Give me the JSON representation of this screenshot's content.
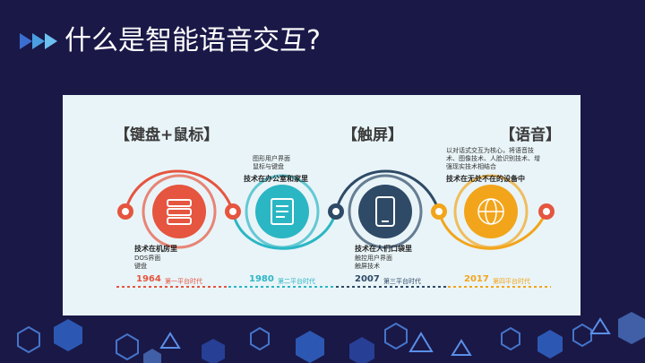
{
  "slide": {
    "title": "什么是智能语音交互?"
  },
  "headers": {
    "keyboard_mouse": "【键盘+鼠标】",
    "touch": "【触屏】",
    "voice": "【语音】"
  },
  "eras": [
    {
      "year": "1964",
      "label": "第一平台时代",
      "color": "#e5553f"
    },
    {
      "year": "1980",
      "label": "第二平台时代",
      "color": "#2bb6c4"
    },
    {
      "year": "2007",
      "label": "第三平台时代",
      "color": "#2e4a66"
    },
    {
      "year": "2017",
      "label": "第四平台时代",
      "color": "#f2a51b"
    }
  ],
  "stages": {
    "s1": {
      "title": "技术在机房里",
      "line1": "DOS界面",
      "line2": "键盘"
    },
    "s2": {
      "line1": "图形用户界面",
      "line2": "鼠标与键盘",
      "title": "技术在办公室和家里"
    },
    "s3": {
      "title": "技术在人们口袋里",
      "line1": "触控用户界面",
      "line2": "触屏技术"
    },
    "s4": {
      "line1": "以对话式交互为核心，将语音技",
      "line2": "术、图像技术、人脸识别技术、增",
      "line3": "强现实技术相结合",
      "title": "技术在无处不在的设备中"
    }
  },
  "colors": {
    "background": "#1a1847",
    "accent_arrow": "#4a9fe0",
    "red": "#e5553f",
    "teal": "#2bb6c4",
    "navy": "#2e4a66",
    "orange": "#f2a51b"
  },
  "icons": [
    "double-arrow-icon",
    "server-icon",
    "document-icon",
    "smartphone-icon",
    "globe-icon"
  ]
}
